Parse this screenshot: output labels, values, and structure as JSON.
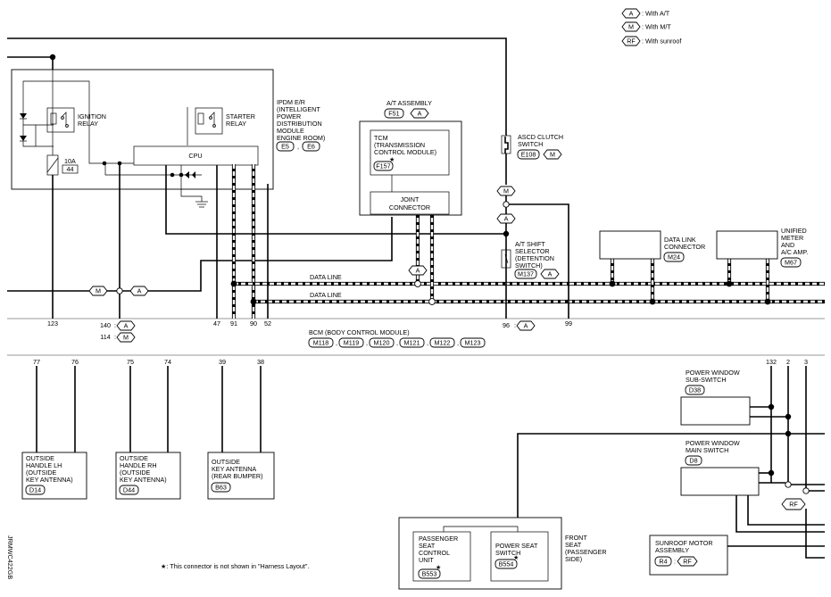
{
  "legend": [
    {
      "tag": "A",
      "text": ": With A/T"
    },
    {
      "tag": "M",
      "text": ": With M/T"
    },
    {
      "tag": "RF",
      "text": ": With sunroof"
    }
  ],
  "ipdm": {
    "label": [
      "IPDM E/R",
      "(INTELLIGENT",
      "POWER",
      "DISTRIBUTION",
      "MODULE",
      "ENGINE ROOM)"
    ],
    "connectors": [
      "E5",
      "E6"
    ],
    "ignition_relay": [
      "IGNITION",
      "RELAY"
    ],
    "starter_relay": [
      "STARTER",
      "RELAY"
    ],
    "cpu": "CPU",
    "fuse": [
      "10A",
      "44"
    ]
  },
  "at_assembly": {
    "label": "A/T ASSEMBLY",
    "connector": "F51",
    "tag": "A",
    "tcm": [
      "TCM",
      "(TRANSMISSION",
      " CONTROL MODULE)"
    ],
    "tcm_connector": "F157",
    "joint": [
      "JOINT",
      "CONNECTOR"
    ]
  },
  "ascd": {
    "label": [
      "ASCD CLUTCH",
      "SWITCH"
    ],
    "connector": "E108",
    "tag": "M"
  },
  "shift": {
    "label": [
      "A/T SHIFT",
      "SELECTOR",
      "(DETENTION",
      " SWITCH)"
    ],
    "connector": "M137",
    "tag": "A"
  },
  "dlc": {
    "label": [
      "DATA LINK",
      "CONNECTOR"
    ],
    "connector": "M24"
  },
  "meter": {
    "label": [
      "UNIFIED",
      "METER",
      "AND",
      "A/C AMP."
    ],
    "connector": "M67"
  },
  "data_line": "DATA LINE",
  "tags": {
    "m": "M",
    "a": "A",
    "rf": "RF"
  },
  "bcm": {
    "label": "BCM (BODY CONTROL MODULE)",
    "connectors": [
      "M118",
      "M119",
      "M120",
      "M121",
      "M122",
      "M123"
    ],
    "pins_top": [
      "123",
      "140",
      "114",
      "47",
      "91",
      "90",
      "52",
      "96",
      "99"
    ],
    "pins_bottom": [
      "77",
      "76",
      "75",
      "74",
      "39",
      "38",
      "132",
      "2",
      "3"
    ]
  },
  "antennas": [
    {
      "label": [
        "OUTSIDE",
        "HANDLE LH",
        "(OUTSIDE",
        " KEY ANTENNA)"
      ],
      "connector": "D14"
    },
    {
      "label": [
        "OUTSIDE",
        "HANDLE RH",
        "(OUTSIDE",
        " KEY ANTENNA)"
      ],
      "connector": "D44"
    },
    {
      "label": [
        "OUTSIDE",
        "KEY ANTENNA",
        "(REAR BUMPER)"
      ],
      "connector": "B63"
    }
  ],
  "pw_sub": {
    "label": [
      "POWER WINDOW",
      "SUB-SWITCH"
    ],
    "connector": "D38"
  },
  "pw_main": {
    "label": [
      "POWER WINDOW",
      "MAIN SWITCH"
    ],
    "connector": "D8"
  },
  "sunroof": {
    "label": [
      "SUNROOF MOTOR",
      "ASSEMBLY"
    ],
    "connector": "R4",
    "tag": "RF"
  },
  "front_seat": {
    "label": [
      "FRONT",
      "SEAT",
      "(PASSENGER",
      "SIDE)"
    ],
    "passenger_unit": [
      "PASSENGER",
      "SEAT",
      "CONTROL",
      "UNIT"
    ],
    "passenger_connector": "B553",
    "power_seat": [
      "POWER SEAT",
      "SWITCH"
    ],
    "power_seat_connector": "B554"
  },
  "note": "★: This connector is not shown in \"Harness Layout\".",
  "code": "JRMWC422GB"
}
